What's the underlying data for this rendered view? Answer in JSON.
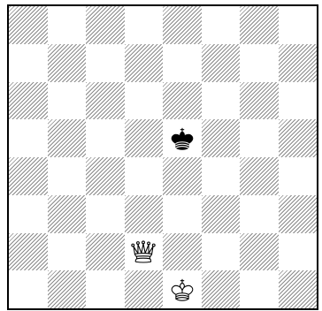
{
  "board": {
    "files": 8,
    "ranks": 8,
    "bottom_left_square": "light",
    "light_color": "#ffffff",
    "dark_pattern": "diagonal-hatch",
    "dark_hatch_color": "#8a8a8a"
  },
  "pieces": [
    {
      "square": "e5",
      "piece": "king",
      "color": "black",
      "icon": "black-king-icon"
    },
    {
      "square": "d2",
      "piece": "queen",
      "color": "white",
      "icon": "white-queen-icon"
    },
    {
      "square": "e1",
      "piece": "king",
      "color": "white",
      "icon": "white-king-icon"
    }
  ]
}
